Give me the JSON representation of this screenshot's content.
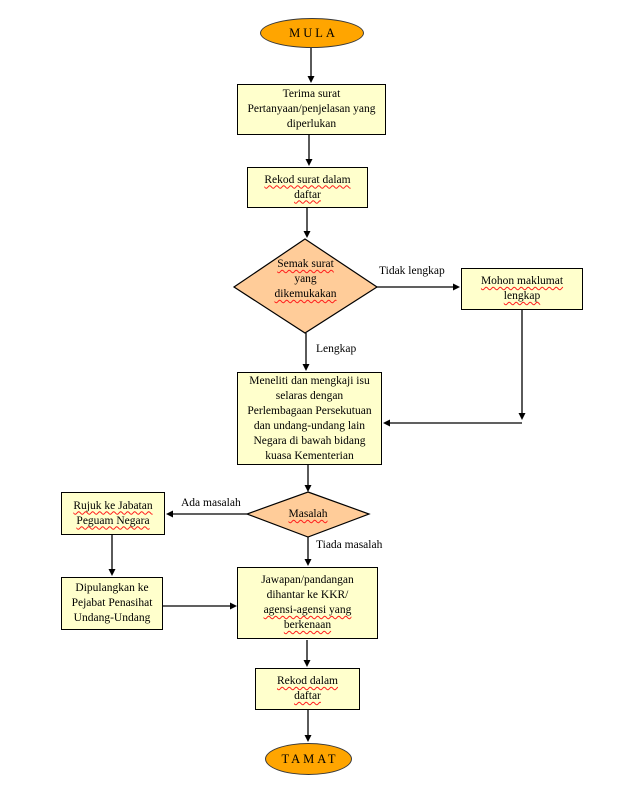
{
  "diagram_type": "flowchart",
  "colors": {
    "terminator_fill": "#FFA500",
    "process_fill": "#FFFFCC",
    "decision_fill": "#FFCC99",
    "line_color": "#000000",
    "misspell_underline": "#FF1A1A",
    "background": "#FFFFFF"
  },
  "nodes": {
    "start": {
      "type": "terminator",
      "label": "MULA"
    },
    "terima": {
      "type": "process",
      "lines": [
        "Terima surat",
        "Pertanyaan/penjelasan yang",
        "diperlukan"
      ]
    },
    "rekod_surat": {
      "type": "process",
      "lines": [
        "Rekod surat dalam",
        "daftar"
      ]
    },
    "semak": {
      "type": "decision",
      "lines": [
        "Semak surat",
        "yang",
        "dikemukakan"
      ]
    },
    "mohon": {
      "type": "process",
      "lines": [
        "Mohon maklumat",
        "lengkap"
      ]
    },
    "meneliti": {
      "type": "process",
      "lines": [
        "Meneliti dan mengkaji isu",
        "selaras dengan",
        "Perlembagaan Persekutuan",
        "dan undang-undang lain",
        "Negara di bawah bidang",
        "kuasa Kementerian"
      ]
    },
    "masalah": {
      "type": "decision",
      "label": "Masalah"
    },
    "rujuk": {
      "type": "process",
      "lines": [
        "Rujuk ke Jabatan",
        "Peguam Negara"
      ]
    },
    "dipulangkan": {
      "type": "process",
      "lines": [
        "Dipulangkan ke",
        "Pejabat Penasihat",
        "Undang-Undang"
      ]
    },
    "jawapan": {
      "type": "process",
      "lines": [
        "Jawapan/pandangan",
        "dihantar ke KKR/",
        "agensi-agensi yang",
        "berkenaan"
      ]
    },
    "rekod_daftar": {
      "type": "process",
      "lines": [
        "Rekod dalam",
        "daftar"
      ]
    },
    "end": {
      "type": "terminator",
      "label": "TAMAT"
    }
  },
  "edge_labels": {
    "tidak_lengkap": "Tidak lengkap",
    "lengkap": "Lengkap",
    "ada_masalah": "Ada masalah",
    "tiada_masalah": "Tiada masalah"
  }
}
